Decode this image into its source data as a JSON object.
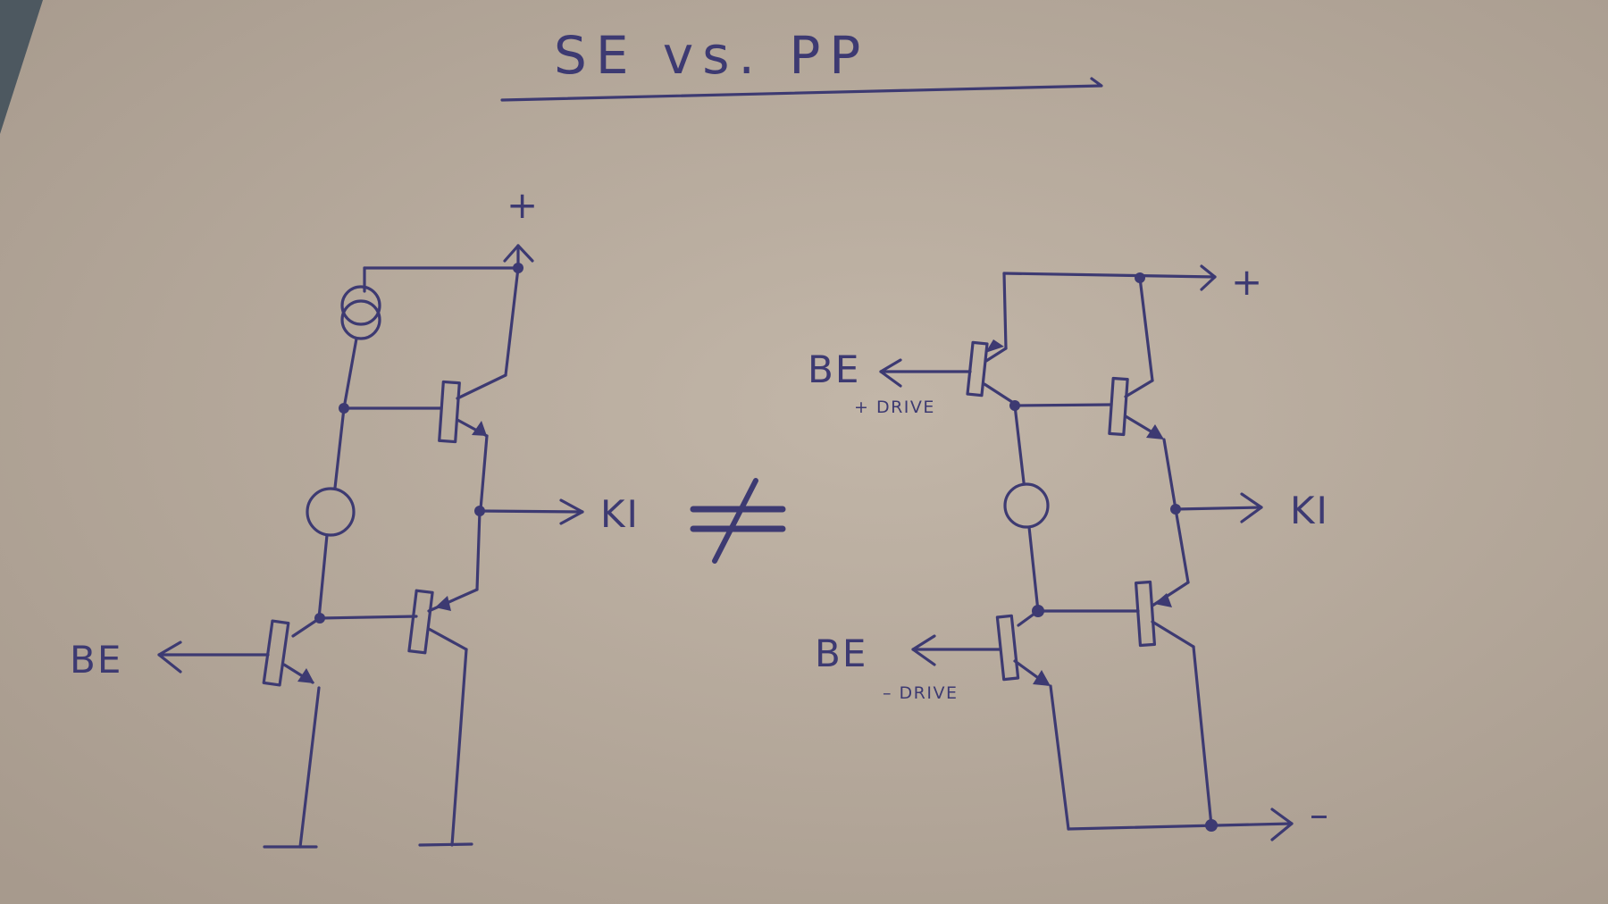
{
  "title": "SE vs. PP",
  "operator": "≠",
  "colors": {
    "paper": "#b3a699",
    "ink": "#3d3a72"
  },
  "left_circuit": {
    "supply_label": "+",
    "input_label": "BE",
    "output_label": "KI"
  },
  "right_circuit": {
    "supply_positive_label": "+",
    "supply_negative_label": "–",
    "input_top_label": "BE",
    "input_top_sub": "+ DRIVE",
    "input_bottom_label": "BE",
    "input_bottom_sub": "– DRIVE",
    "output_label": "KI"
  }
}
